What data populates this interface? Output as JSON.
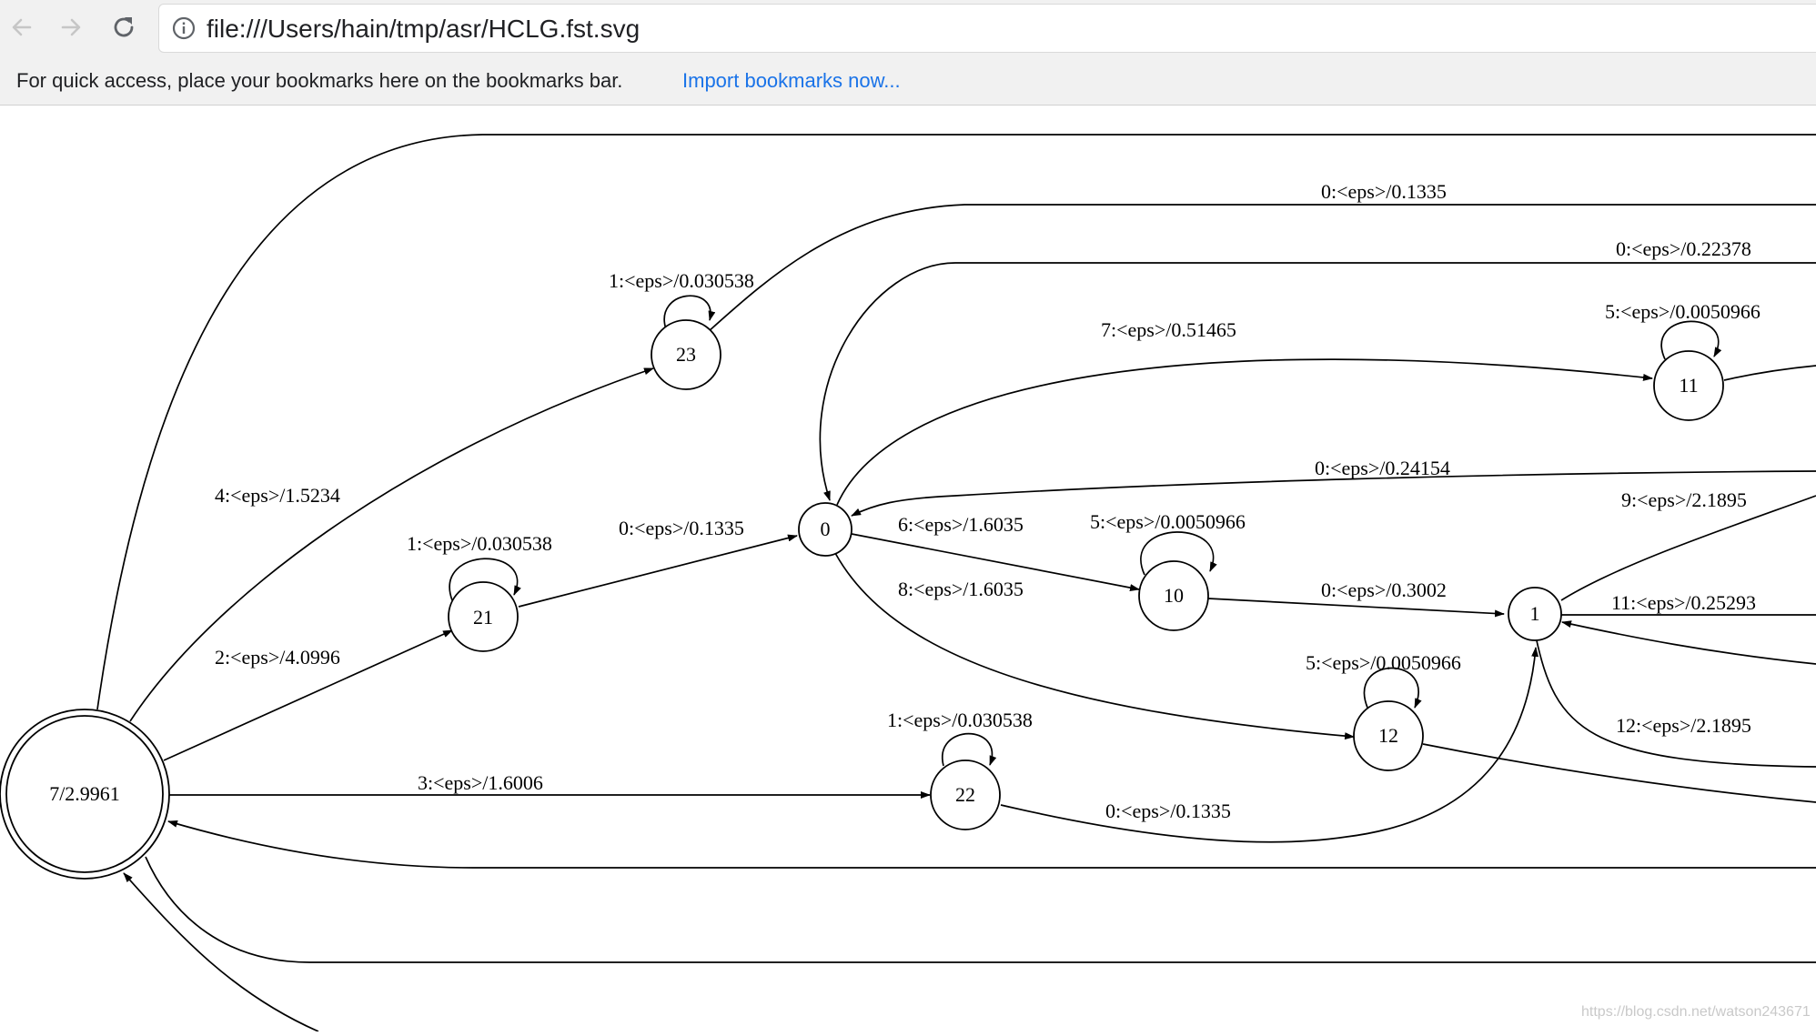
{
  "browser": {
    "url": "file:///Users/hain/tmp/asr/HCLG.fst.svg",
    "bookmarks_hint": "For quick access, place your bookmarks here on the bookmarks bar.",
    "bookmarks_import": "Import bookmarks now..."
  },
  "graph": {
    "nodes": {
      "final": "7/2.9961",
      "n23": "23",
      "n21": "21",
      "n22": "22",
      "n0": "0",
      "n10": "10",
      "n12": "12",
      "n1": "1",
      "n11": "11"
    },
    "edges": {
      "e7_23": "4:<eps>/1.5234",
      "e7_21": "2:<eps>/4.0996",
      "e7_22": "3:<eps>/1.6006",
      "e23_self": "1:<eps>/0.030538",
      "e23_out": "0:<eps>/0.1335",
      "e21_self": "1:<eps>/0.030538",
      "e21_0": "0:<eps>/0.1335",
      "e22_self": "1:<eps>/0.030538",
      "e22_1": "0:<eps>/0.1335",
      "in0_top": "0:<eps>/0.22378",
      "e0_11": "7:<eps>/0.51465",
      "e11_self": "5:<eps>/0.0050966",
      "in0_mid": "0:<eps>/0.24154",
      "e0_10": "6:<eps>/1.6035",
      "e0_12": "8:<eps>/1.6035",
      "e10_self": "5:<eps>/0.0050966",
      "e10_1": "0:<eps>/0.3002",
      "e1_out9": "9:<eps>/2.1895",
      "e1_out11": "11:<eps>/0.25293",
      "e1_out12": "12:<eps>/2.1895",
      "e12_self": "5:<eps>/0.0050966"
    }
  },
  "watermark": "https://blog.csdn.net/watson243671"
}
